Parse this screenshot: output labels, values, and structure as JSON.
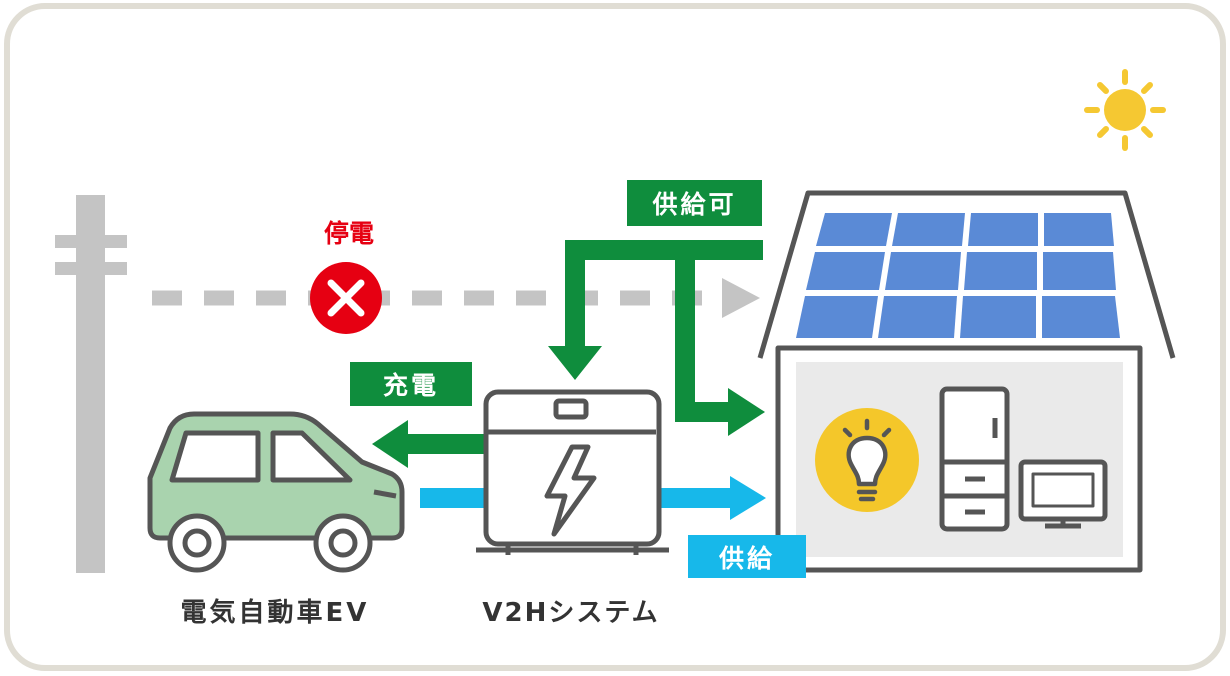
{
  "labels": {
    "outage": "停電",
    "supply_possible": "供給可",
    "charge": "充電",
    "supply": "供給",
    "ev": "電気自動車EV",
    "v2h": "V2Hシステム"
  },
  "colors": {
    "green": "#0f8d3d",
    "cyan": "#17b8ea",
    "red": "#e60012",
    "gray_line": "#bdbdbd",
    "panel_blue": "#5a8ad6",
    "car_green": "#a9d3ae",
    "bulb_yellow": "#f4c72a",
    "sun_yellow": "#f5c832"
  },
  "icons": [
    "utility-pole-icon",
    "cross-icon",
    "sun-icon",
    "solar-panel-icon",
    "car-icon",
    "lightning-icon",
    "light-bulb-icon",
    "refrigerator-icon",
    "monitor-icon"
  ]
}
